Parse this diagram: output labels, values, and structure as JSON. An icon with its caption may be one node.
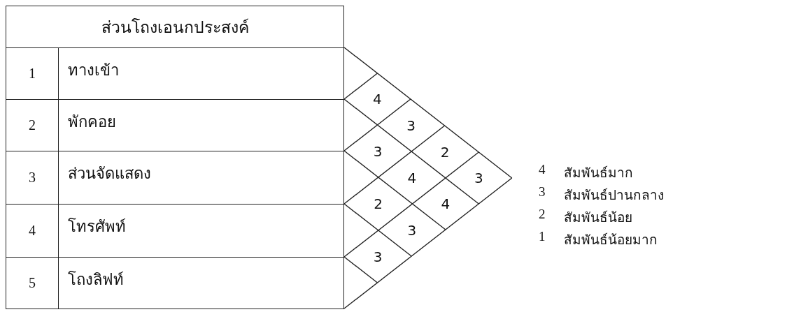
{
  "diagram": {
    "nodes": [
      {
        "text": [
          "ส่วนโถงเอนกประสงค์"
        ]
      },
      {
        "text": [
          "1",
          "ทางเข้า"
        ]
      },
      {
        "text": [
          "2",
          "พักคอย"
        ]
      },
      {
        "text": [
          "3",
          "ส่วนจัดแสดง"
        ]
      },
      {
        "text": [
          "4",
          "โทรศัพท์"
        ]
      },
      {
        "text": [
          "5",
          "โถงลิฟท์"
        ]
      }
    ],
    "labels": [
      "4",
      "3",
      "2",
      "3",
      "4",
      "3",
      "2",
      "4",
      "3",
      "3",
      "4",
      "สัมพันธ์มาก",
      "3",
      "สัมพันธ์ปานกลาง",
      "2",
      "สัมพันธ์น้อย",
      "1",
      "สัมพันธ์น้อยมาก"
    ]
  }
}
